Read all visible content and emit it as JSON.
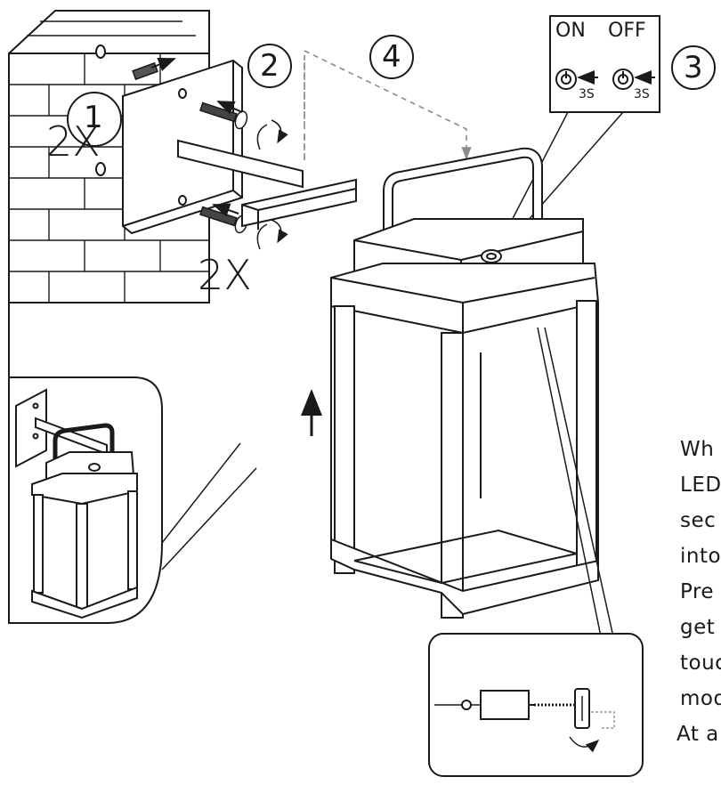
{
  "steps": {
    "s1": "1",
    "s2": "2",
    "s3": "3",
    "s4": "4"
  },
  "quantities": {
    "wall_plugs": "2X",
    "screws": "2X"
  },
  "switch": {
    "on_label": "ON",
    "off_label": "OFF",
    "on_hold": "3S",
    "off_hold": "3S"
  },
  "note": {
    "lines": [
      "Wh",
      "LED",
      "sec",
      "into",
      "Pre",
      "get",
      "touc",
      "mod",
      "At a"
    ]
  },
  "colors": {
    "line": "#1a1a1a",
    "dashed": "#8a8a8a",
    "fill": "#ffffff"
  }
}
